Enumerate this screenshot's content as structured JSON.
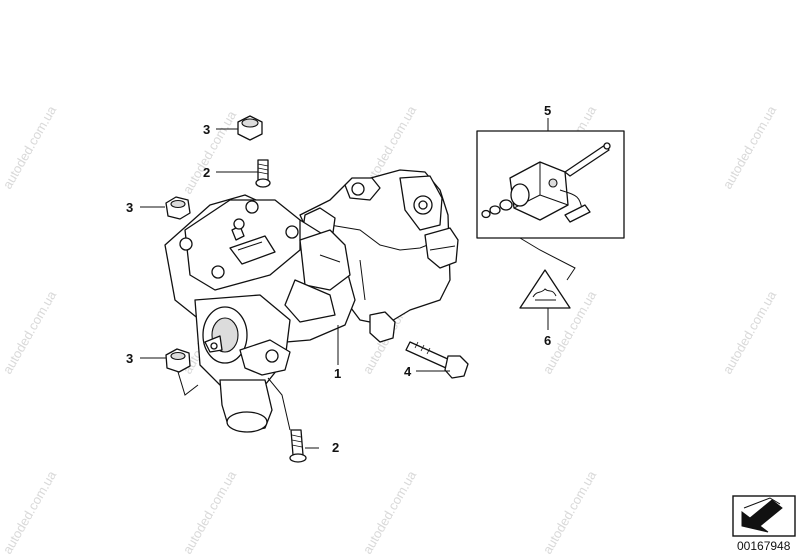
{
  "callouts": {
    "c1": "1",
    "c2a": "2",
    "c2b": "2",
    "c3a": "3",
    "c3b": "3",
    "c3c": "3",
    "c4": "4",
    "c5": "5",
    "c6": "6"
  },
  "watermark": "autoded.com.ua",
  "diagram_code": "00167948",
  "icons": [
    "steering-gear-housing",
    "hex-nut",
    "bolt",
    "hex-bolt",
    "valve-actuator",
    "warning-triangle",
    "nav-arrow-icon"
  ]
}
